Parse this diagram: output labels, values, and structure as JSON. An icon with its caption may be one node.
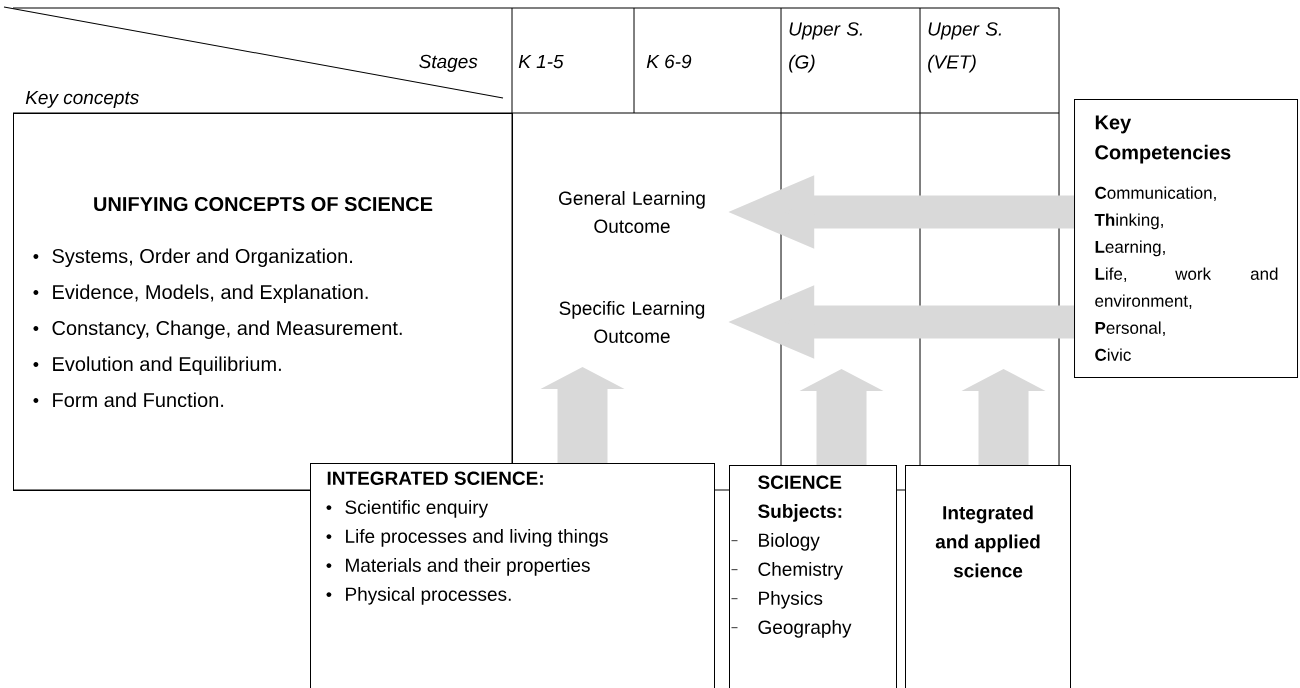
{
  "diagram": {
    "nodes": [
      {
        "text": [
          "UNIFYING CONCEPTS OF SCIENCE",
          "Systems, Order and Organization.",
          "Evidence, Models, and Explanation.",
          "Constancy, Change, and Measurement.",
          "Evolution and Equilibrium.",
          "Form and Function."
        ]
      },
      {
        "text": [
          "General Learning Outcome"
        ]
      },
      {
        "text": [
          "Specific Learning Outcome"
        ]
      },
      {
        "text": [
          "Key Competencies",
          "**C**ommunication,",
          "**Th**inking,",
          "**L**earning,",
          "**L**ife, work and environment,",
          "**P**ersonal,",
          "**C**ivic"
        ]
      },
      {
        "text": [
          "INTEGRATED SCIENCE:",
          "Scientific enquiry",
          "Life processes and living things",
          "Materials and their properties",
          "Physical processes."
        ]
      },
      {
        "text": [
          "SCIENCE Subjects:",
          "Biology",
          "Chemistry",
          "Physics",
          "Geography"
        ]
      },
      {
        "text": [
          "Integrated and applied science"
        ]
      }
    ],
    "edges": [
      {
        "from": 3,
        "to": 1,
        "arrow": "to"
      },
      {
        "from": 3,
        "to": 2,
        "arrow": "to"
      },
      {
        "from": 4,
        "to": null,
        "arrow": "to"
      },
      {
        "from": 5,
        "to": null,
        "arrow": "to"
      },
      {
        "from": 6,
        "to": null,
        "arrow": "to"
      }
    ],
    "labels": [
      "Stages",
      "Key concepts",
      "K 1-5",
      "K 6-9",
      "Upper S. (G)",
      "Upper S. (VET)"
    ]
  }
}
